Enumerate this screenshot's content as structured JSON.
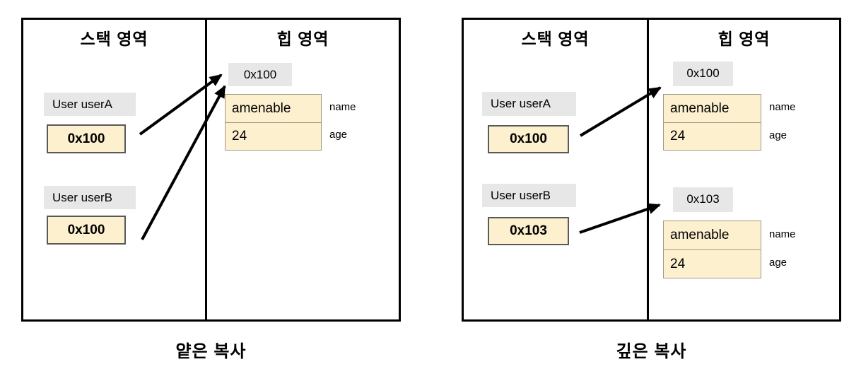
{
  "colors": {
    "box_fill": "#fdf0cf",
    "box_border": "#595959",
    "record_border": "#a09886",
    "label_bg": "#e7e7e7",
    "line_color": "#000000"
  },
  "diagrams": [
    {
      "caption": "얕은 복사",
      "stack_title": "스택 영역",
      "heap_title": "힙 영역",
      "stack_items": [
        {
          "label": "User userA",
          "value": "0x100"
        },
        {
          "label": "User userB",
          "value": "0x100"
        }
      ],
      "heap_objects": [
        {
          "address": "0x100",
          "fields": [
            {
              "value": "amenable",
              "name": "name"
            },
            {
              "value": "24",
              "name": "age"
            }
          ]
        }
      ]
    },
    {
      "caption": "깊은 복사",
      "stack_title": "스택 영역",
      "heap_title": "힙 영역",
      "stack_items": [
        {
          "label": "User userA",
          "value": "0x100"
        },
        {
          "label": "User userB",
          "value": "0x103"
        }
      ],
      "heap_objects": [
        {
          "address": "0x100",
          "fields": [
            {
              "value": "amenable",
              "name": "name"
            },
            {
              "value": "24",
              "name": "age"
            }
          ]
        },
        {
          "address": "0x103",
          "fields": [
            {
              "value": "amenable",
              "name": "name"
            },
            {
              "value": "24",
              "name": "age"
            }
          ]
        }
      ]
    }
  ]
}
